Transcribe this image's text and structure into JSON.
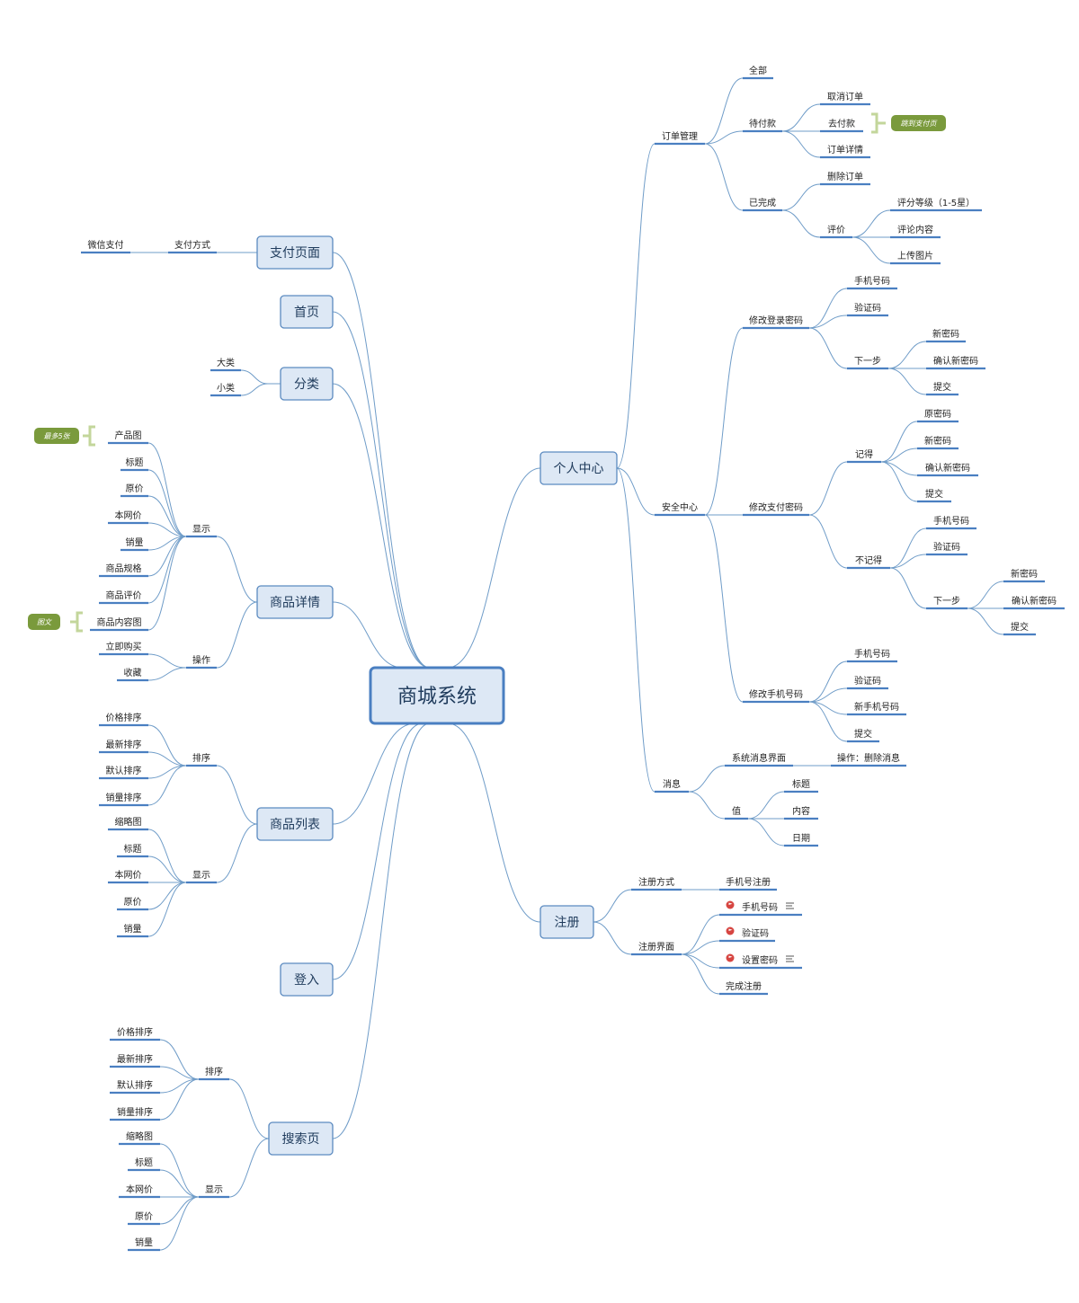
{
  "diagram": {
    "root": "商城系统",
    "colors": {
      "line": "#6f9cc8",
      "underline": "#4a7fc1",
      "box_fill": "#dde8f5",
      "box_stroke": "#5b8ac0",
      "center_stroke": "#4a7fc1",
      "note_fill": "#7a9a3c",
      "bracket": "#c3d69b",
      "flag": "#d64541"
    },
    "boxes": {
      "pay": "支付页面",
      "home": "首页",
      "category": "分类",
      "detail": "商品详情",
      "list": "商品列表",
      "login": "登入",
      "search": "搜索页",
      "user": "个人中心",
      "register": "注册"
    },
    "labels": {
      "pay_method": "支付方式",
      "wechat": "微信支付",
      "big_cat": "大类",
      "small_cat": "小类",
      "d_show": "显示",
      "d_product_img": "产品图",
      "d_title": "标题",
      "d_orig_price": "原价",
      "d_site_price": "本网价",
      "d_sales": "销量",
      "d_spec": "商品规格",
      "d_review": "商品评价",
      "d_content_img": "商品内容图",
      "d_op": "操作",
      "d_buy": "立即购买",
      "d_fav": "收藏",
      "l_sort": "排序",
      "l_price_sort": "价格排序",
      "l_new_sort": "最新排序",
      "l_default_sort": "默认排序",
      "l_sales_sort": "销量排序",
      "l_show": "显示",
      "l_thumb": "缩略图",
      "l_title": "标题",
      "l_site_price": "本网价",
      "l_orig_price": "原价",
      "l_sales": "销量",
      "s_sort": "排序",
      "s_price_sort": "价格排序",
      "s_new_sort": "最新排序",
      "s_default_sort": "默认排序",
      "s_sales_sort": "销量排序",
      "s_show": "显示",
      "s_thumb": "缩略图",
      "s_title": "标题",
      "s_site_price": "本网价",
      "s_orig_price": "原价",
      "s_sales": "销量",
      "order_mgmt": "订单管理",
      "o_all": "全部",
      "o_pending": "待付款",
      "o_cancel": "取消订单",
      "o_pay": "去付款",
      "o_detail": "订单详情",
      "o_done": "已完成",
      "o_delete": "删除订单",
      "o_rate": "评价",
      "o_rate_level": "评分等级（1-5星）",
      "o_rate_content": "评论内容",
      "o_upload": "上传图片",
      "security": "安全中心",
      "sec_login_pwd": "修改登录密码",
      "slp_phone": "手机号码",
      "slp_code": "验证码",
      "slp_next": "下一步",
      "slp_new": "新密码",
      "slp_confirm": "确认新密码",
      "slp_submit": "提交",
      "sec_pay_pwd": "修改支付密码",
      "spp_remember": "记得",
      "spp_r_old": "原密码",
      "spp_r_new": "新密码",
      "spp_r_confirm": "确认新密码",
      "spp_r_submit": "提交",
      "spp_forget": "不记得",
      "spp_f_phone": "手机号码",
      "spp_f_code": "验证码",
      "spp_f_next": "下一步",
      "spp_f_new": "新密码",
      "spp_f_confirm": "确认新密码",
      "spp_f_submit": "提交",
      "sec_phone": "修改手机号码",
      "sp_phone": "手机号码",
      "sp_code": "验证码",
      "sp_new_phone": "新手机号码",
      "sp_submit": "提交",
      "msg": "消息",
      "msg_sys": "系统消息界面",
      "msg_op": "操作：删除消息",
      "msg_value": "值",
      "msg_title": "标题",
      "msg_content": "内容",
      "msg_date": "日期",
      "reg_method": "注册方式",
      "reg_phone_reg": "手机号注册",
      "reg_ui": "注册界面",
      "reg_phone": "手机号码",
      "reg_code": "验证码",
      "reg_pwd": "设置密码",
      "reg_done": "完成注册"
    },
    "notes": {
      "max5": "最多5张",
      "imgtext": "图文",
      "jump_pay": "跳到支付页"
    }
  }
}
